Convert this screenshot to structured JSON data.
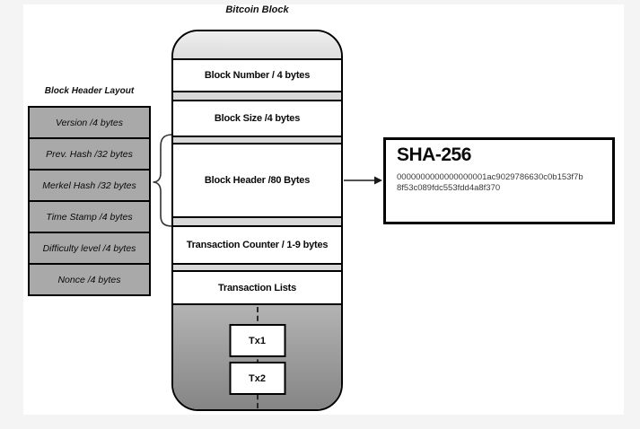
{
  "palette": {
    "frame_bg": "#f4f4f5",
    "page_bg": "#ffffff",
    "field_gray": "#a9a9a9",
    "strip_gray": "#d8d8d8",
    "cap_gray": "#e6e6e6",
    "bottom_dark_gray": "#8f8f8f",
    "outline": "#000000"
  },
  "diagram": {
    "title": "Bitcoin Block",
    "left_panel": {
      "title": "Block Header Layout",
      "rows": [
        {
          "label": "Version /4 bytes"
        },
        {
          "label": "Prev. Hash /32 bytes"
        },
        {
          "label": "Merkel Hash /32 bytes"
        },
        {
          "label": "Time Stamp /4 bytes"
        },
        {
          "label": "Difficulty level /4 bytes"
        },
        {
          "label": "Nonce /4 bytes"
        }
      ]
    },
    "block": {
      "segments": {
        "block_number": "Block Number / 4 bytes",
        "block_size": "Block Size /4 bytes",
        "block_header": "Block Header /80 Bytes",
        "tx_counter": "Transaction Counter / 1-9 bytes",
        "tx_lists": "Transaction Lists"
      },
      "transactions": [
        {
          "label": "Tx1"
        },
        {
          "label": "Tx2"
        }
      ]
    },
    "sha_box": {
      "title": "SHA-256",
      "hash_lines": [
        "0000000000000000001ac9029786630c0b153f7b",
        "8f53c089fdc553fdd4a8f370"
      ]
    }
  }
}
